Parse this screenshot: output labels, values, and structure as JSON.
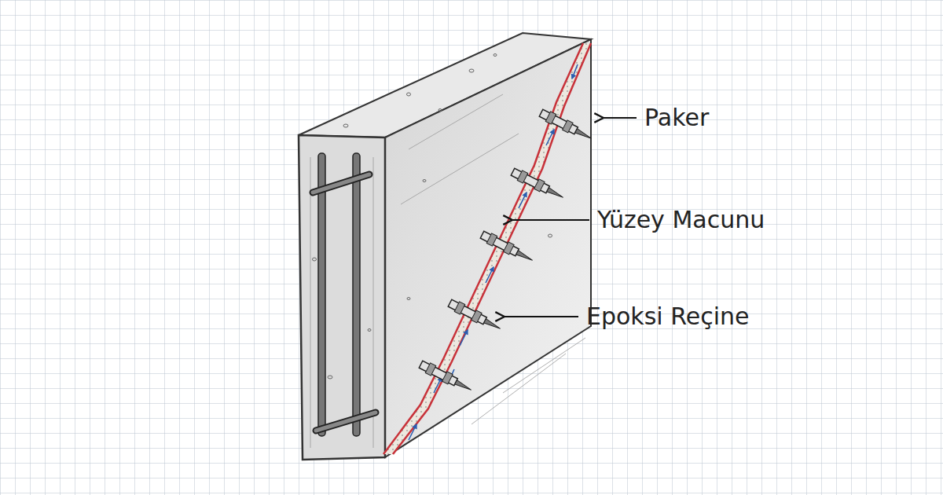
{
  "diagram": {
    "labels": [
      "Paker",
      "Yüzey Macunu",
      "Epoksi Reçine"
    ]
  }
}
